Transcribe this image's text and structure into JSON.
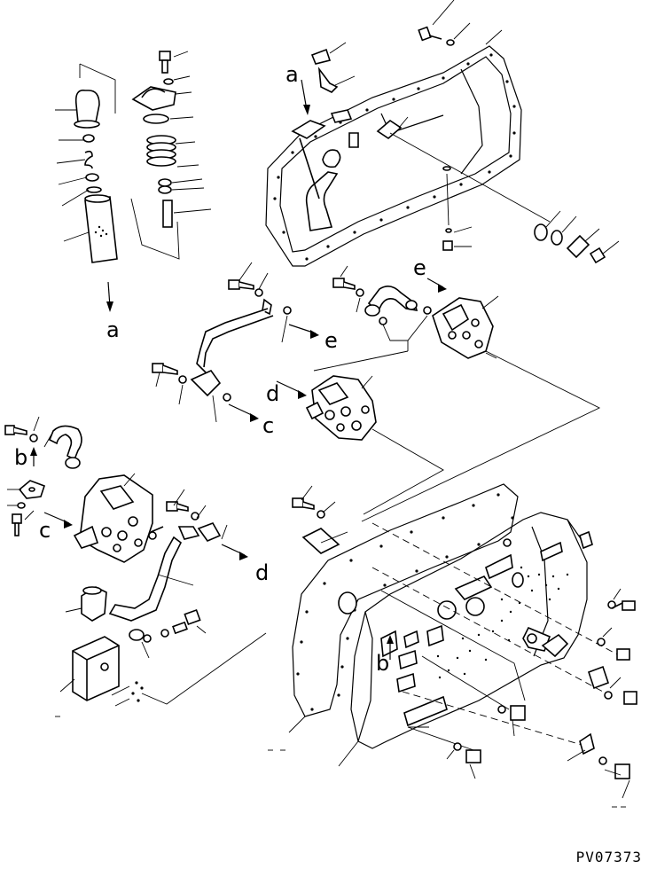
{
  "drawing_id": "PV07373",
  "reference_letters": {
    "a1": "a",
    "a2": "a",
    "b1": "b",
    "b2": "b",
    "c1": "c",
    "c2": "c",
    "d1": "d",
    "d2": "d",
    "e1": "e",
    "e2": "e"
  }
}
